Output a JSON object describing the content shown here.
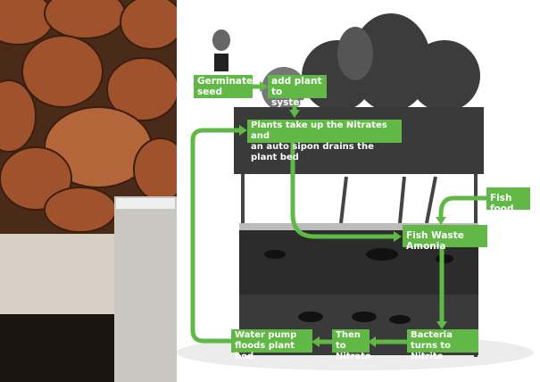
{
  "diagram": {
    "steps": {
      "germinate": "Germinate\nseed",
      "add_plant": "add plant\nto system",
      "plants_take": "Plants take up the Nitrates and\nan auto sipon drains the plant bed",
      "fish_food": "Fish food",
      "fish_waste": "Fish Waste Amonia",
      "bacteria": "Bacteria\nturns to Nitrite",
      "then_nitrate": "Then to\nNitrate",
      "water_pump": "Water pump\nfloods plant bed"
    },
    "colors": {
      "accent": "#62b846",
      "tank": "#2c2c2c"
    }
  }
}
